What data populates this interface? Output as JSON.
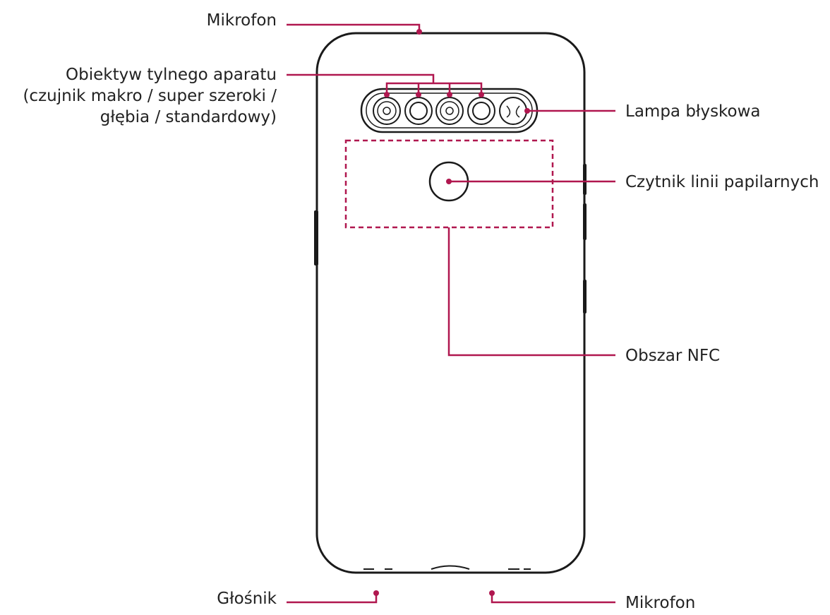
{
  "labels": {
    "top_microphone": "Mikrofon",
    "rear_camera_lens": [
      "Obiektyw tylnego aparatu",
      "(czujnik makro / super szeroki /",
      "głębia / standardowy)"
    ],
    "flash": "Lampa błyskowa",
    "fingerprint_sensor": "Czytnik linii papilarnych",
    "nfc_area": "Obszar NFC",
    "speaker": "Głośnik",
    "bottom_microphone": "Mikrofon"
  },
  "colors": {
    "callout": "#b0174f",
    "outline": "#1a1a1a",
    "text": "#222222"
  }
}
